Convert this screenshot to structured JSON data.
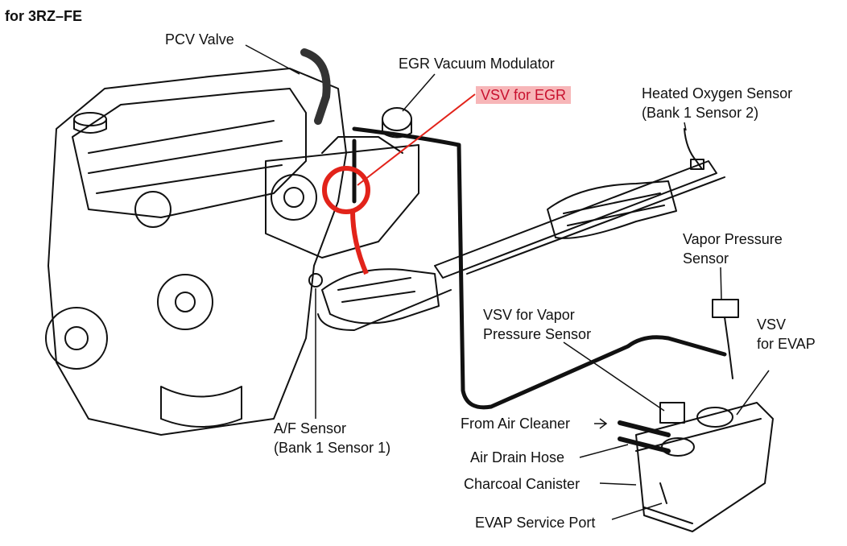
{
  "header": {
    "title": "for 3RZ–FE"
  },
  "labels": {
    "pcv_valve": "PCV Valve",
    "egr_vacuum_modulator": "EGR Vacuum Modulator",
    "vsv_for_egr": "VSV for EGR",
    "heated_o2_line1": "Heated Oxygen Sensor",
    "heated_o2_line2": "(Bank 1 Sensor 2)",
    "vapor_pressure_line1": "Vapor Pressure",
    "vapor_pressure_line2": "Sensor",
    "vsv_vapor_line1": "VSV for Vapor",
    "vsv_vapor_line2": "Pressure Sensor",
    "vsv_evap_line1": "VSV",
    "vsv_evap_line2": "for EVAP",
    "af_sensor_line1": "A/F Sensor",
    "af_sensor_line2": "(Bank 1 Sensor 1)",
    "from_air_cleaner": "From Air Cleaner",
    "air_drain_hose": "Air Drain Hose",
    "charcoal_canister": "Charcoal Canister",
    "evap_service_port": "EVAP Service Port"
  },
  "colors": {
    "highlight": "#e2231a",
    "highlight_bg": "#f7b6b8",
    "line": "#111111"
  }
}
